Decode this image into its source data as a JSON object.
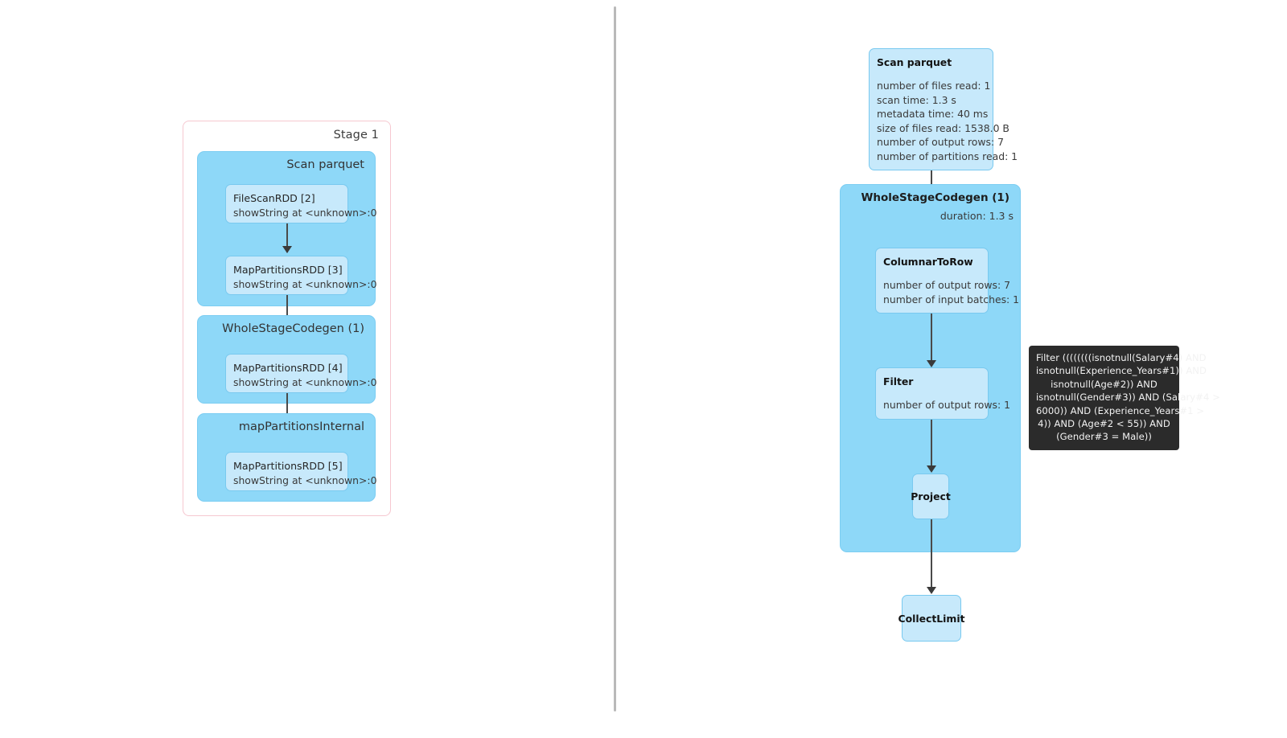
{
  "layout": {
    "divider": "vertical-divider"
  },
  "left_pane": {
    "stage": {
      "title": "Stage 1",
      "groups": [
        {
          "title": "Scan parquet",
          "nodes": [
            {
              "title": "FileScanRDD [2]",
              "subtitle": "showString at <unknown>:0"
            },
            {
              "title": "MapPartitionsRDD [3]",
              "subtitle": "showString at <unknown>:0"
            }
          ]
        },
        {
          "title": "WholeStageCodegen (1)",
          "nodes": [
            {
              "title": "MapPartitionsRDD [4]",
              "subtitle": "showString at <unknown>:0"
            }
          ]
        },
        {
          "title": "mapPartitionsInternal",
          "nodes": [
            {
              "title": "MapPartitionsRDD [5]",
              "subtitle": "showString at <unknown>:0"
            }
          ]
        }
      ]
    }
  },
  "right_pane": {
    "scan_parquet": {
      "title": "Scan parquet",
      "metrics": [
        "number of files read: 1",
        "scan time: 1.3 s",
        "metadata time: 40 ms",
        "size of files read: 1538.0 B",
        "number of output rows: 7",
        "number of partitions read: 1"
      ]
    },
    "wholestagecodegen": {
      "title": "WholeStageCodegen (1)",
      "duration": "duration: 1.3 s",
      "children": {
        "columnar_to_row": {
          "title": "ColumnarToRow",
          "metrics": [
            "number of output rows: 7",
            "number of input batches: 1"
          ]
        },
        "filter": {
          "title": "Filter",
          "metrics": [
            "number of output rows: 1"
          ]
        },
        "project": {
          "title": "Project"
        }
      }
    },
    "collect_limit": {
      "title": "CollectLimit"
    },
    "tooltip": {
      "lines": [
        "Filter ((((((((isnotnull(Salary#4) AND",
        "isnotnull(Experience_Years#1)) AND",
        "isnotnull(Age#2)) AND",
        "isnotnull(Gender#3)) AND (Salary#4 >",
        "6000)) AND (Experience_Years#1 >",
        "4)) AND (Age#2 < 55)) AND",
        "(Gender#3 = Male))"
      ]
    }
  },
  "colors": {
    "group_fill": "#8ed8f8",
    "node_fill": "#c7e9fb",
    "node_border": "#79c9ef",
    "stage_border": "#f6c8d0",
    "edge": "#4a4a4a",
    "tooltip_bg": "#141414",
    "divider": "#b9b9b9"
  }
}
